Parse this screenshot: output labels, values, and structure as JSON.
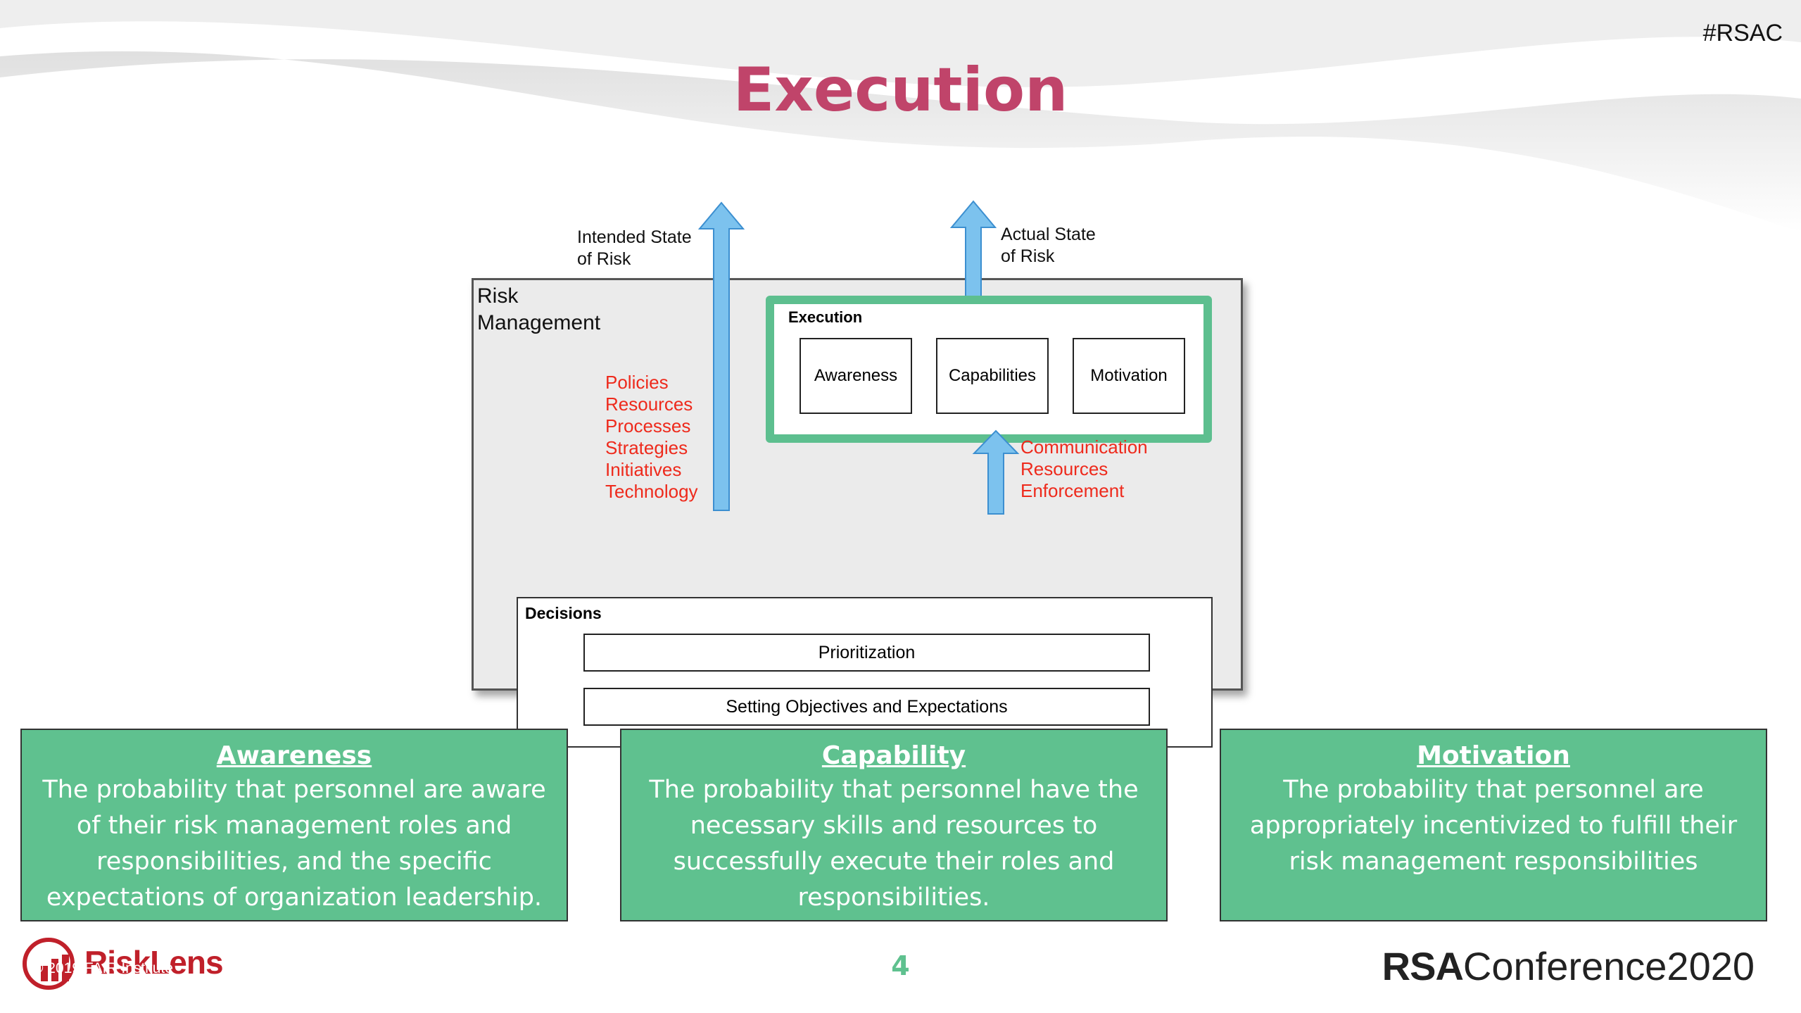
{
  "header": {
    "hashtag": "#RSAC",
    "title": "Execution"
  },
  "diagram": {
    "risk_management_label_line1": "Risk",
    "risk_management_label_line2": "Management",
    "intended_state_line1": "Intended State",
    "intended_state_line2": "of Risk",
    "actual_state_line1": "Actual State",
    "actual_state_line2": "of Risk",
    "execution_label": "Execution",
    "execution_items": [
      "Awareness",
      "Capabilities",
      "Motivation"
    ],
    "red_list_left": [
      "Policies",
      "Resources",
      "Processes",
      "Strategies",
      "Initiatives",
      "Technology"
    ],
    "red_list_right": [
      "Communication",
      "Resources",
      "Enforcement"
    ],
    "decisions_label": "Decisions",
    "decision_rows": [
      "Prioritization",
      "Setting Objectives and Expectations"
    ],
    "colors": {
      "arrow_fill": "#7cc2ee",
      "arrow_stroke": "#3c8fd0",
      "execution_border": "#5dbf8f",
      "red_text": "#ee2a1c"
    }
  },
  "cards": [
    {
      "title": "Awareness",
      "lines": [
        "The probability that personnel are aware",
        "of their risk management roles and",
        "responsibilities, and the specific",
        "expectations of organization leadership."
      ]
    },
    {
      "title": "Capability",
      "lines": [
        "The probability that personnel have the",
        "necessary skills and resources to",
        "successfully execute their roles and",
        "responsibilities."
      ]
    },
    {
      "title": "Motivation",
      "lines": [
        "The probability that personnel are",
        "appropriately incentivized to fulfill their",
        "risk management responsibilities"
      ]
    }
  ],
  "footer": {
    "logo_text": "RiskLens",
    "copyright": "© 2019 FAIR Institute",
    "page_number": "4",
    "rsa_bold": "RSA",
    "rsa_light": "Conference2020"
  },
  "theme": {
    "title_color": "#c0446a",
    "card_green": "#5fc18f",
    "logo_red": "#c0202a"
  }
}
